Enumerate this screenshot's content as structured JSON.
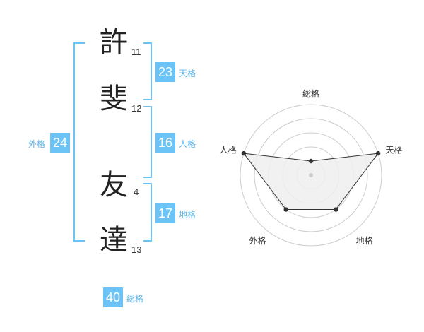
{
  "name": {
    "chars": [
      {
        "char": "許",
        "strokes": "11"
      },
      {
        "char": "斐",
        "strokes": "12"
      },
      {
        "char": "友",
        "strokes": "4"
      },
      {
        "char": "達",
        "strokes": "13"
      }
    ]
  },
  "kakusu": {
    "tenkaku": {
      "value": "23",
      "label": "天格"
    },
    "jinkaku": {
      "value": "16",
      "label": "人格"
    },
    "chikaku": {
      "value": "17",
      "label": "地格"
    },
    "gaikaku": {
      "value": "24",
      "label": "外格"
    },
    "soukaku": {
      "value": "40",
      "label": "総格"
    }
  },
  "chart_data": {
    "type": "radar",
    "axes": [
      "総格",
      "天格",
      "地格",
      "外格",
      "人格"
    ],
    "values": [
      1,
      5,
      3,
      3,
      5
    ],
    "scale_max": 5,
    "rings": 5,
    "grid": true
  }
}
